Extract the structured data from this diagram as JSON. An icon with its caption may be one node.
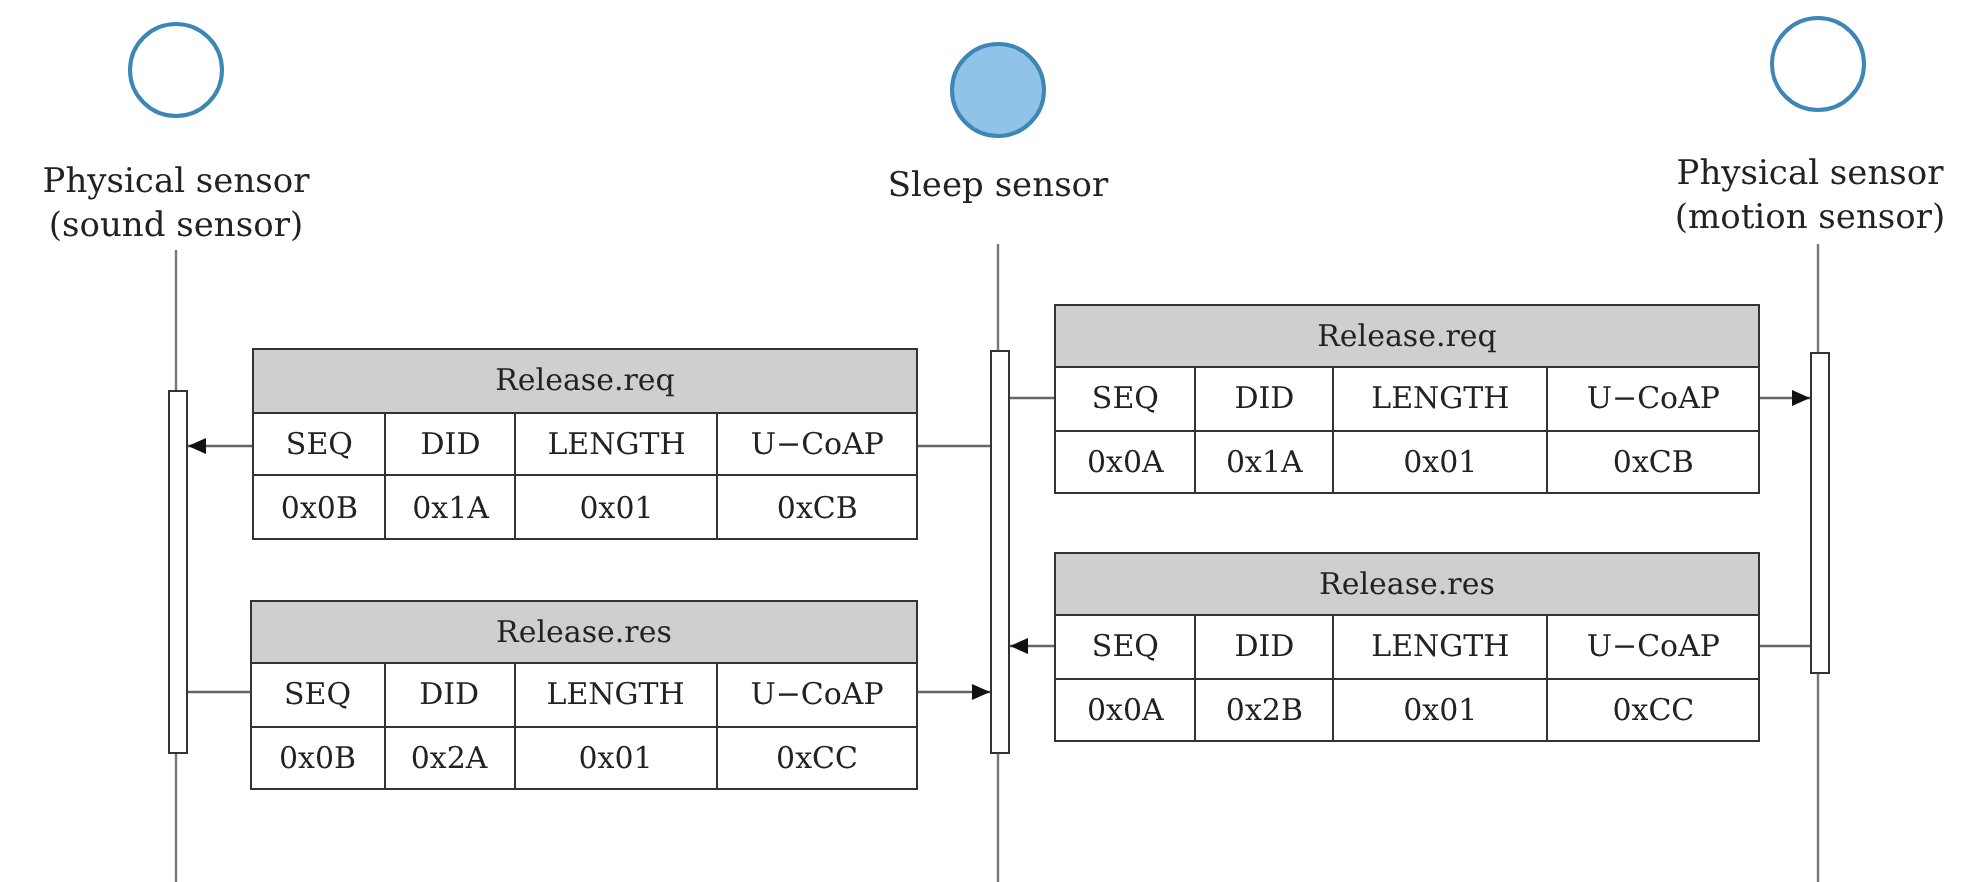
{
  "diagram": {
    "nodes": [
      {
        "text": [
          "Physical sensor (sound sensor)"
        ]
      },
      {
        "text": [
          "Sleep sensor"
        ]
      },
      {
        "text": [
          "Physical sensor (motion sensor)"
        ]
      },
      {
        "text": [],
        "shape": "bar"
      },
      {
        "text": [],
        "shape": "bar"
      },
      {
        "text": [],
        "shape": "bar"
      },
      {
        "text": [
          "Release.req",
          "SEQ",
          "DID",
          "LENGTH",
          "U−CoAP",
          "0x0A",
          "0x1A",
          "0x01",
          "0xCB"
        ]
      },
      {
        "text": [
          "Release.req",
          "SEQ",
          "DID",
          "LENGTH",
          "U−CoAP",
          "0x0B",
          "0x1A",
          "0x01",
          "0xCB"
        ]
      },
      {
        "text": [
          "Release.res",
          "SEQ",
          "DID",
          "LENGTH",
          "U−CoAP",
          "0x0A",
          "0x2B",
          "0x01",
          "0xCC"
        ]
      },
      {
        "text": [
          "Release.res",
          "SEQ",
          "DID",
          "LENGTH",
          "U−CoAP",
          "0x0B",
          "0x2A",
          "0x01",
          "0xCC"
        ]
      }
    ],
    "edges": [
      {
        "from": 4,
        "to": 6,
        "arrow": "none"
      },
      {
        "from": 6,
        "to": 5,
        "arrow": "to"
      },
      {
        "from": 4,
        "to": 7,
        "arrow": "none"
      },
      {
        "from": 7,
        "to": 3,
        "arrow": "to"
      },
      {
        "from": 5,
        "to": 8,
        "arrow": "none"
      },
      {
        "from": 8,
        "to": 4,
        "arrow": "to"
      },
      {
        "from": 3,
        "to": 9,
        "arrow": "none"
      },
      {
        "from": 9,
        "to": 4,
        "arrow": "to"
      }
    ]
  }
}
